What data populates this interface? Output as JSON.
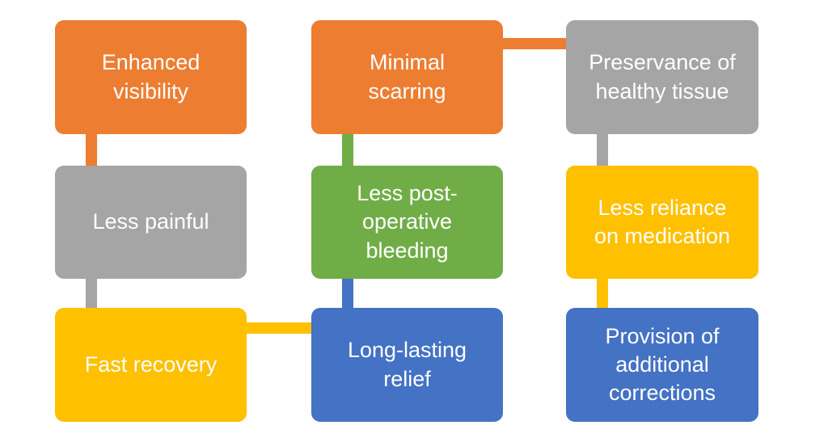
{
  "diagram": {
    "type": "smartart-bending-process",
    "background": "#ffffff",
    "text_color": "#ffffff",
    "colors": {
      "orange": "#ED7D31",
      "gray": "#A5A5A5",
      "yellow": "#FFC000",
      "green": "#70AD47",
      "blue": "#4472C4"
    },
    "boxes": [
      {
        "id": "enhanced-visibility",
        "label": "Enhanced\nvisibility",
        "color": "orange"
      },
      {
        "id": "minimal-scarring",
        "label": "Minimal\nscarring",
        "color": "orange"
      },
      {
        "id": "preservance-tissue",
        "label": "Preservance of\nhealthy tissue",
        "color": "gray"
      },
      {
        "id": "less-painful",
        "label": "Less painful",
        "color": "gray"
      },
      {
        "id": "less-bleeding",
        "label": "Less post-\noperative\nbleeding",
        "color": "green"
      },
      {
        "id": "less-medication",
        "label": "Less reliance\non medication",
        "color": "yellow"
      },
      {
        "id": "fast-recovery",
        "label": "Fast recovery",
        "color": "yellow"
      },
      {
        "id": "long-lasting-relief",
        "label": "Long-lasting\nrelief",
        "color": "blue"
      },
      {
        "id": "additional-corrections",
        "label": "Provision of\nadditional\ncorrections",
        "color": "blue"
      }
    ],
    "connectors": [
      {
        "id": "enhanced-to-less-painful",
        "from": "enhanced-visibility",
        "to": "less-painful",
        "color": "orange",
        "orientation": "vertical"
      },
      {
        "id": "less-painful-to-fast-recovery",
        "from": "less-painful",
        "to": "fast-recovery",
        "color": "gray",
        "orientation": "vertical"
      },
      {
        "id": "fast-recovery-to-relief",
        "from": "fast-recovery",
        "to": "long-lasting-relief",
        "color": "yellow",
        "orientation": "horizontal"
      },
      {
        "id": "relief-to-bleeding",
        "from": "long-lasting-relief",
        "to": "less-bleeding",
        "color": "blue",
        "orientation": "vertical"
      },
      {
        "id": "bleeding-to-scarring",
        "from": "less-bleeding",
        "to": "minimal-scarring",
        "color": "green",
        "orientation": "vertical"
      },
      {
        "id": "scarring-to-preservance",
        "from": "minimal-scarring",
        "to": "preservance-tissue",
        "color": "orange",
        "orientation": "horizontal"
      },
      {
        "id": "preservance-to-medication",
        "from": "preservance-tissue",
        "to": "less-medication",
        "color": "gray",
        "orientation": "vertical"
      },
      {
        "id": "medication-to-corrections",
        "from": "less-medication",
        "to": "additional-corrections",
        "color": "yellow",
        "orientation": "vertical"
      }
    ]
  }
}
